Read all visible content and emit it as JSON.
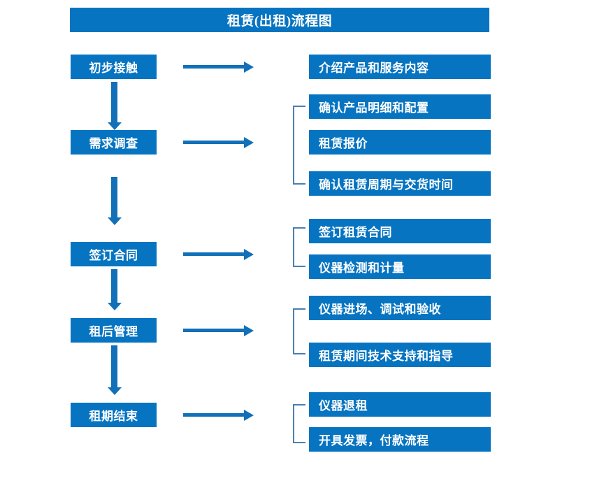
{
  "title": "租赁(出租)流程图",
  "colors": {
    "box_blue": "#0674c1",
    "arrow_blue": "#1170b8",
    "bracket_blue": "#4a7fb0",
    "text_white": "#ffffff",
    "background": "#ffffff"
  },
  "stages": [
    {
      "label": "初步接触",
      "details": [
        "介绍产品和服务内容"
      ]
    },
    {
      "label": "需求调查",
      "details": [
        "确认产品明细和配置",
        "租赁报价",
        "确认租赁周期与交货时间"
      ]
    },
    {
      "label": "签订合同",
      "details": [
        "签订租赁合同",
        "仪器检测和计量"
      ]
    },
    {
      "label": "租后管理",
      "details": [
        "仪器进场、调试和验收",
        "租赁期间技术支持和指导"
      ]
    },
    {
      "label": "租期结束",
      "details": [
        "仪器退租",
        "开具发票，付款流程"
      ]
    }
  ],
  "detail_boxes": {
    "d0_0": "介绍产品和服务内容",
    "d1_0": "确认产品明细和配置",
    "d1_1": "租赁报价",
    "d1_2": "确认租赁周期与交货时间",
    "d2_0": "签订租赁合同",
    "d2_1": "仪器检测和计量",
    "d3_0": "仪器进场、调试和验收",
    "d3_1": "租赁期间技术支持和指导",
    "d4_0": "仪器退租",
    "d4_1": "开具发票，付款流程"
  },
  "stage_labels": {
    "s0": "初步接触",
    "s1": "需求调查",
    "s2": "签订合同",
    "s3": "租后管理",
    "s4": "租期结束"
  }
}
